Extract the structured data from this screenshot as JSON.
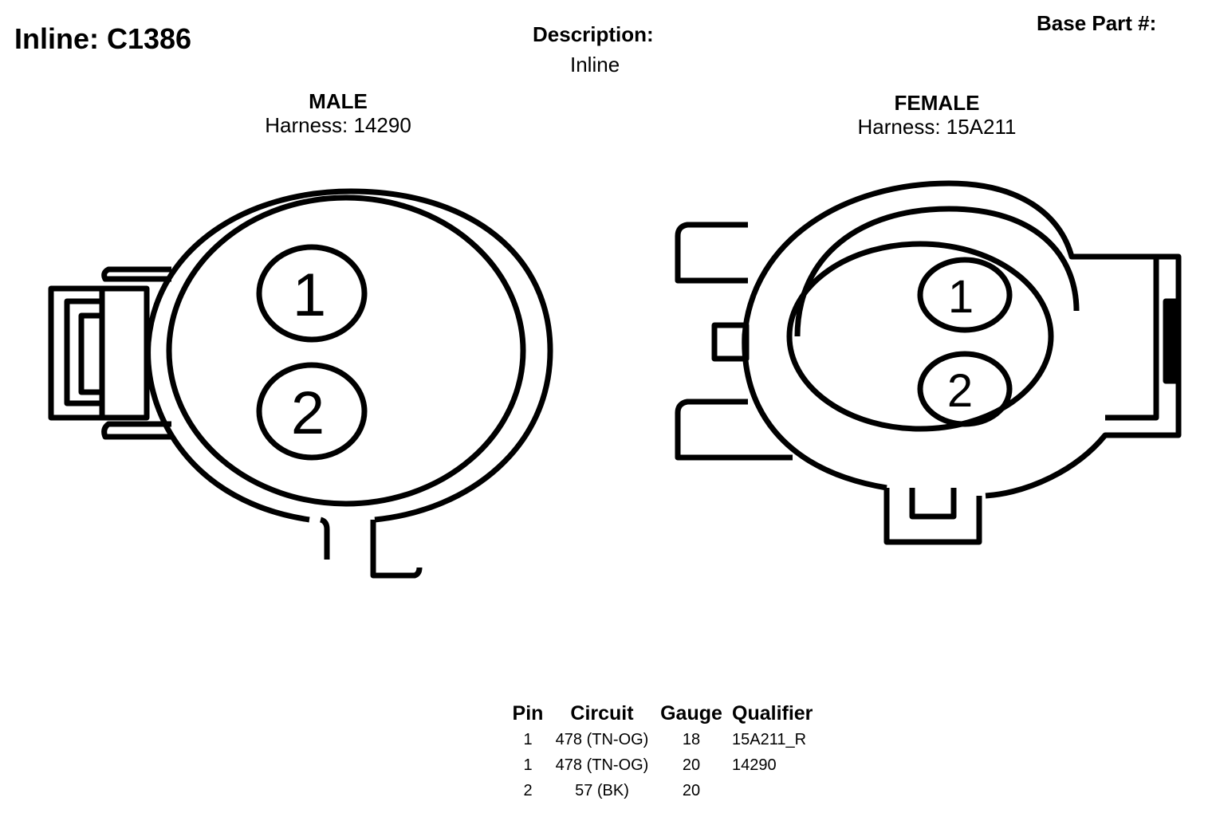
{
  "header": {
    "title": "Inline: C1386",
    "description_label": "Description:",
    "description_value": "Inline",
    "base_part_label": "Base Part #:"
  },
  "male": {
    "kind": "MALE",
    "harness": "Harness: 14290",
    "pins": [
      "1",
      "2"
    ]
  },
  "female": {
    "kind": "FEMALE",
    "harness": "Harness: 15A211",
    "pins": [
      "1",
      "2"
    ]
  },
  "pin_table": {
    "headers": [
      "Pin",
      "Circuit",
      "Gauge",
      "Qualifier"
    ],
    "rows": [
      {
        "pin": "1",
        "circuit": "478 (TN-OG)",
        "gauge": "18",
        "qualifier": "15A211_R"
      },
      {
        "pin": "1",
        "circuit": "478 (TN-OG)",
        "gauge": "20",
        "qualifier": "14290"
      },
      {
        "pin": "2",
        "circuit": "57 (BK)",
        "gauge": "20",
        "qualifier": ""
      }
    ]
  }
}
